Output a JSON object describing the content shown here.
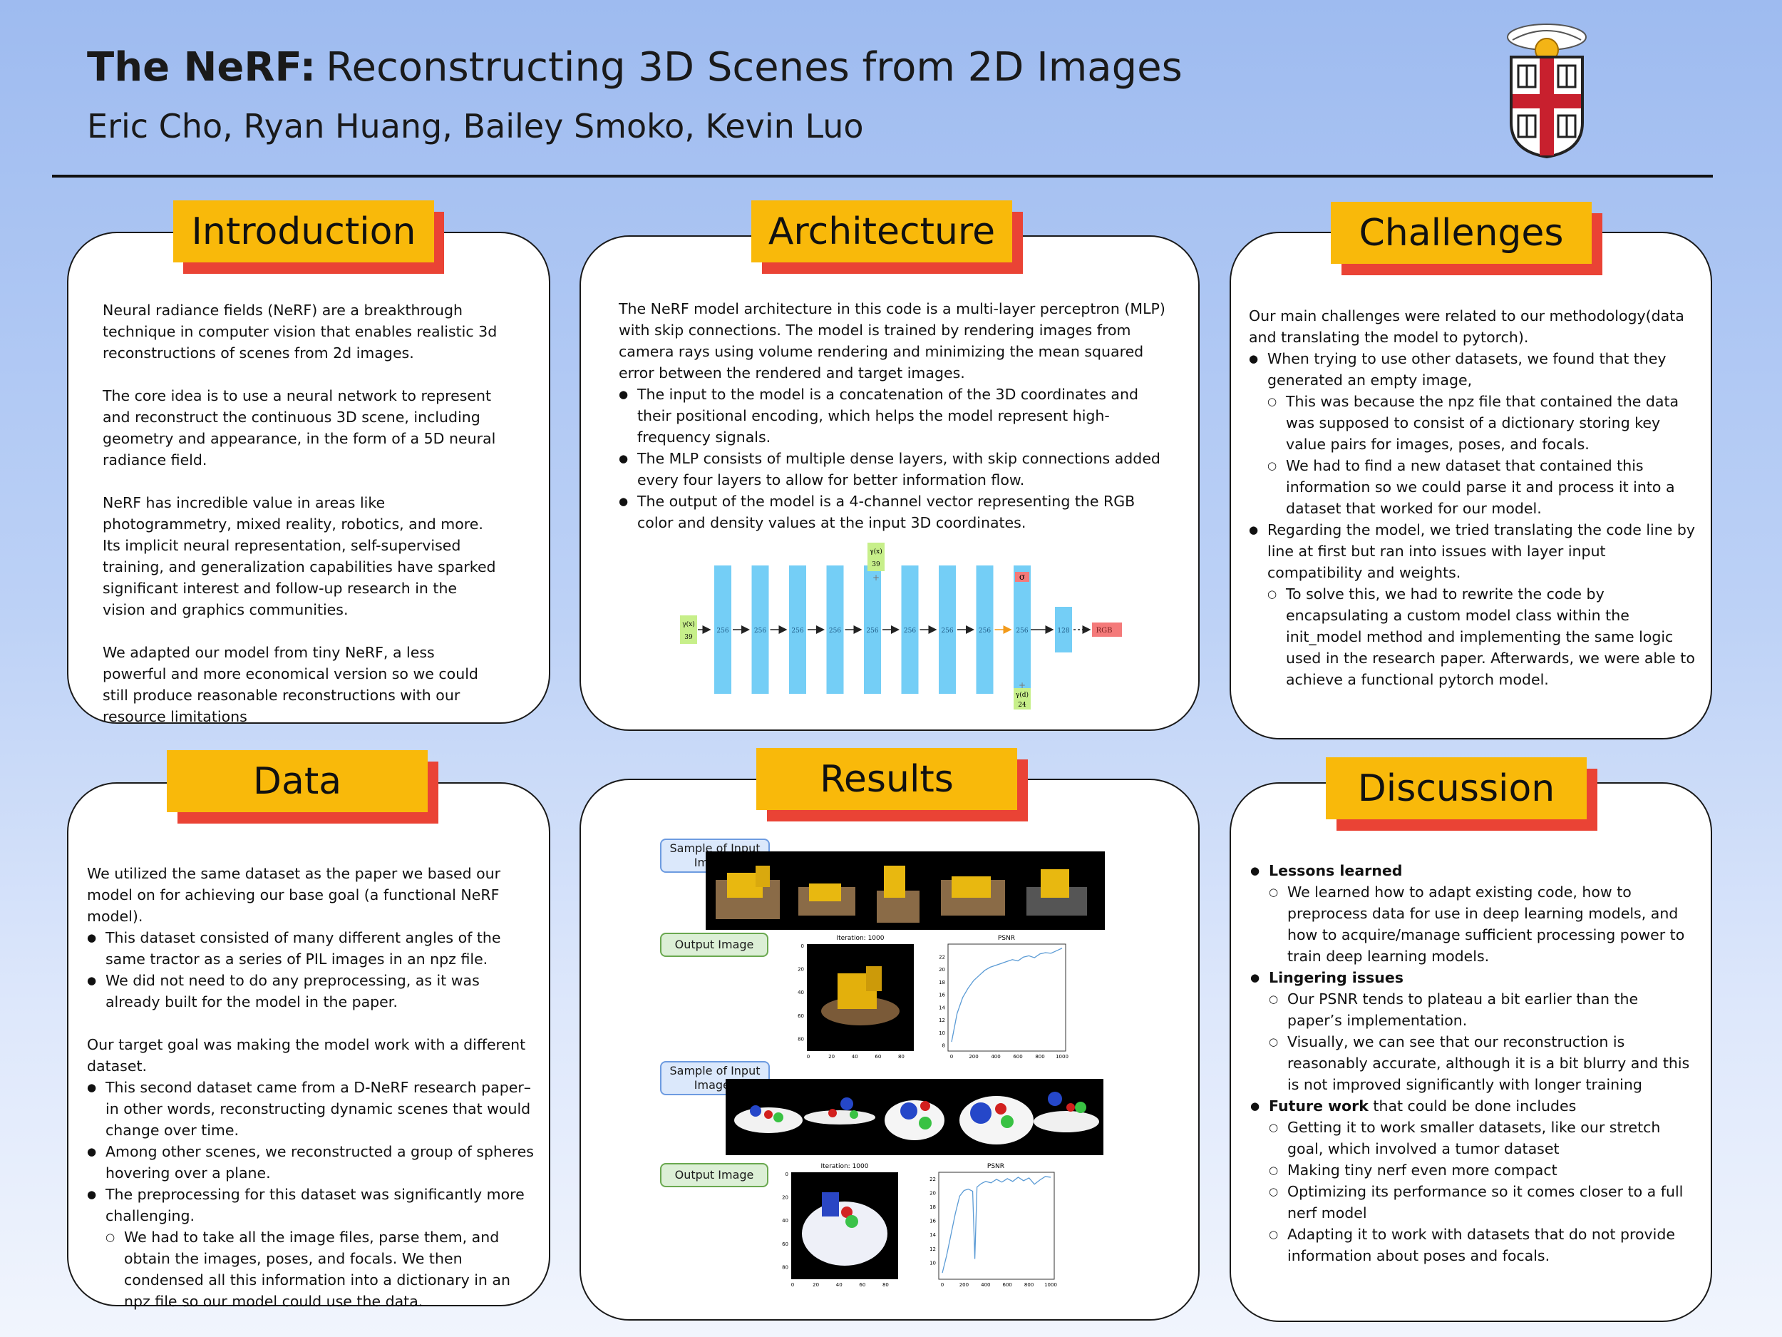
{
  "poster": {
    "title_bold": "The NeRF:",
    "title_rest": "Reconstructing 3D Scenes from 2D Images",
    "authors": "Eric Cho, Ryan Huang, Bailey Smoko, Kevin Luo"
  },
  "introduction": {
    "heading": "Introduction",
    "p1": "Neural radiance fields (NeRF) are a breakthrough technique in computer vision that enables realistic 3d reconstructions of scenes from 2d images.",
    "p2": "The core idea is to use a neural network to represent and reconstruct the continuous 3D scene, including geometry and appearance, in the form of a 5D neural radiance field.",
    "p3": "NeRF has incredible value in areas like photogrammetry, mixed reality, robotics, and more. Its implicit neural representation, self-supervised training, and generalization capabilities have sparked significant interest and follow-up research in the vision and graphics communities.",
    "p4": "We adapted our model from tiny NeRF, a less powerful and more economical version so we could still produce reasonable reconstructions with our resource limitations"
  },
  "architecture": {
    "heading": "Architecture",
    "p1": "The NeRF model architecture in this code is a multi-layer perceptron (MLP) with skip connections. The model is trained by rendering images from camera rays using volume rendering and minimizing the mean squared error between the rendered and target images.",
    "bullets": [
      "The input to the model is a concatenation of the 3D coordinates and their positional encoding, which helps the model represent high-frequency signals.",
      "The MLP consists of multiple dense layers, with skip connections added every four layers to allow for better information flow.",
      "The output of the model is a 4-channel vector representing the RGB color and density values at the input 3D coordinates."
    ],
    "diagram": {
      "input_label": "γ(x)",
      "input_dim": "39",
      "skip_label": "γ(x)",
      "skip_dim": "39",
      "layer_units": [
        "256",
        "256",
        "256",
        "256",
        "256",
        "256",
        "256",
        "256",
        "256"
      ],
      "small_layer": "128",
      "sigma": "σ",
      "dir_label": "γ(d)",
      "dir_dim": "24",
      "output": "RGB",
      "plus": "+"
    }
  },
  "challenges": {
    "heading": "Challenges",
    "p1": "Our main challenges were related to our methodology(data and translating the model to pytorch).",
    "b1": "When trying to use other datasets, we found that they generated an empty image,",
    "b1_sub": [
      "This was because the npz file that contained the data was supposed to consist of a dictionary storing key value pairs for images, poses, and focals.",
      "We had to find a new dataset that contained this information so we could parse it and process it into a dataset that worked for our model."
    ],
    "b2": "Regarding the model, we tried translating the code line by line at first but ran into issues with layer input compatibility and weights.",
    "b2_sub": [
      "To solve this, we had to rewrite the code by encapsulating a custom model class within the init_model method and implementing the same logic used in the research paper. Afterwards, we were able to achieve a functional pytorch model."
    ]
  },
  "data": {
    "heading": "Data",
    "p1": "We utilized the same dataset as the paper we based our model on for achieving our base goal (a functional NeRF model).",
    "b1": [
      "This dataset consisted of many different angles of the same tractor as a series of PIL images in an npz file.",
      "We did not need to do any preprocessing, as it was already built for the model in the paper."
    ],
    "p2": "Our target goal was making the model work with a different dataset.",
    "b2": [
      "This second dataset came from a D-NeRF research paper–in other words, reconstructing dynamic scenes that would change over time.",
      "Among other scenes, we reconstructed a group of spheres hovering over a plane.",
      "The preprocessing for this dataset was significantly more challenging."
    ],
    "b2_sub": "We had to take all the image files, parse them, and obtain the images, poses, and focals. We then condensed all this information into a dictionary in an npz file so our model could use the data."
  },
  "results": {
    "heading": "Results",
    "tag_input": "Sample of Input Images",
    "tag_output": "Output Image",
    "iter_label": "Iteration: 1000",
    "psnr_label": "PSNR",
    "img_ticks_y": [
      "0",
      "20",
      "40",
      "60",
      "80"
    ],
    "img_ticks_x": [
      "0",
      "20",
      "40",
      "60",
      "80"
    ],
    "psnr1_yticks": [
      "8",
      "10",
      "12",
      "14",
      "16",
      "18",
      "20",
      "22"
    ],
    "psnr2_yticks": [
      "10",
      "12",
      "14",
      "16",
      "18",
      "20",
      "22"
    ],
    "psnr_xticks": [
      "0",
      "200",
      "400",
      "600",
      "800",
      "1000"
    ],
    "chart_data": [
      {
        "type": "line",
        "title": "PSNR",
        "x": [
          0,
          50,
          100,
          150,
          200,
          250,
          300,
          350,
          400,
          450,
          500,
          550,
          600,
          650,
          700,
          750,
          800,
          850,
          900,
          950,
          1000
        ],
        "y": [
          8.5,
          13,
          15.5,
          17,
          18.2,
          19,
          19.8,
          20.3,
          20.6,
          20.9,
          21.2,
          21.5,
          21.3,
          21.9,
          22.1,
          21.8,
          22.4,
          22.6,
          22.5,
          22.9,
          23.3
        ],
        "ylim": [
          7.5,
          23.5
        ],
        "xlim": [
          0,
          1000
        ]
      },
      {
        "type": "line",
        "title": "PSNR",
        "x": [
          0,
          40,
          80,
          120,
          160,
          200,
          240,
          280,
          300,
          320,
          360,
          400,
          450,
          500,
          550,
          600,
          650,
          700,
          750,
          800,
          850,
          900,
          950,
          1000
        ],
        "y": [
          8.5,
          11,
          14,
          17,
          19.5,
          20.3,
          20.5,
          20.2,
          10.5,
          20.8,
          21.3,
          21.6,
          21.4,
          21.9,
          21.5,
          22,
          21.6,
          22.2,
          21.7,
          22.1,
          21.2,
          21.8,
          22.3,
          22.2
        ],
        "ylim": [
          8,
          22.5
        ],
        "xlim": [
          0,
          1000
        ]
      }
    ]
  },
  "discussion": {
    "heading": "Discussion",
    "lessons_title": "Lessons learned",
    "lessons_sub": [
      "We learned how to adapt existing code, how to preprocess data for use in deep learning models, and how to acquire/manage sufficient processing power to train deep learning models."
    ],
    "lingering_title": "Lingering issues",
    "lingering_sub": [
      "Our PSNR tends to plateau a bit earlier than the paper’s implementation.",
      "Visually, we can see that our reconstruction is reasonably accurate, although it is a bit blurry and this is not improved significantly with longer training"
    ],
    "future_title": "Future work",
    "future_rest": " that could be done includes",
    "future_sub": [
      "Getting it to work smaller datasets, like our stretch goal, which involved a tumor dataset",
      "Making tiny nerf even more compact",
      "Optimizing its performance so it comes closer to a full nerf model",
      "Adapting it to work with datasets that do not provide information about poses and focals."
    ]
  },
  "colors": {
    "header_fill": "#f9b90a",
    "header_shadow": "#ea4335",
    "layer_blue": "#74cef6",
    "input_green": "#c7ef8a",
    "output_red": "#f47a7a",
    "psnr_line": "#5b9bd5"
  }
}
